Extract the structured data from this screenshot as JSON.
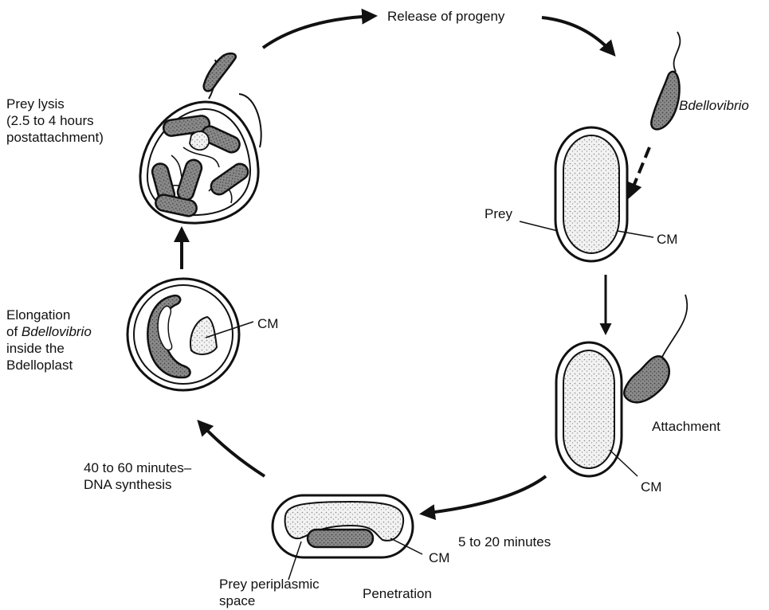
{
  "labels": {
    "release": "Release of progeny",
    "bdellovibrio": "Bdellovibrio",
    "prey": "Prey",
    "cm_prey": "CM",
    "attachment": "Attachment",
    "cm_attach": "CM",
    "five_twenty": "5 to 20 minutes",
    "cm_penetration": "CM",
    "prey_periplasmic_1": "Prey periplasmic",
    "prey_periplasmic_2": "space",
    "penetration": "Penetration",
    "dna_1": "40 to 60 minutes–",
    "dna_2": "DNA synthesis",
    "elong_1": "Elongation",
    "elong_2a": "of ",
    "elong_2b": "Bdellovibrio",
    "elong_3": "inside the",
    "elong_4": "Bdelloplast",
    "cm_bdelloplast": "CM",
    "lysis_1": "Prey lysis",
    "lysis_2": "(2.5 to 4 hours",
    "lysis_3": "postattachment)"
  },
  "colors": {
    "ink": "#111111",
    "cell_fill": "#e8e8e8",
    "bdello_fill": "#777777"
  }
}
